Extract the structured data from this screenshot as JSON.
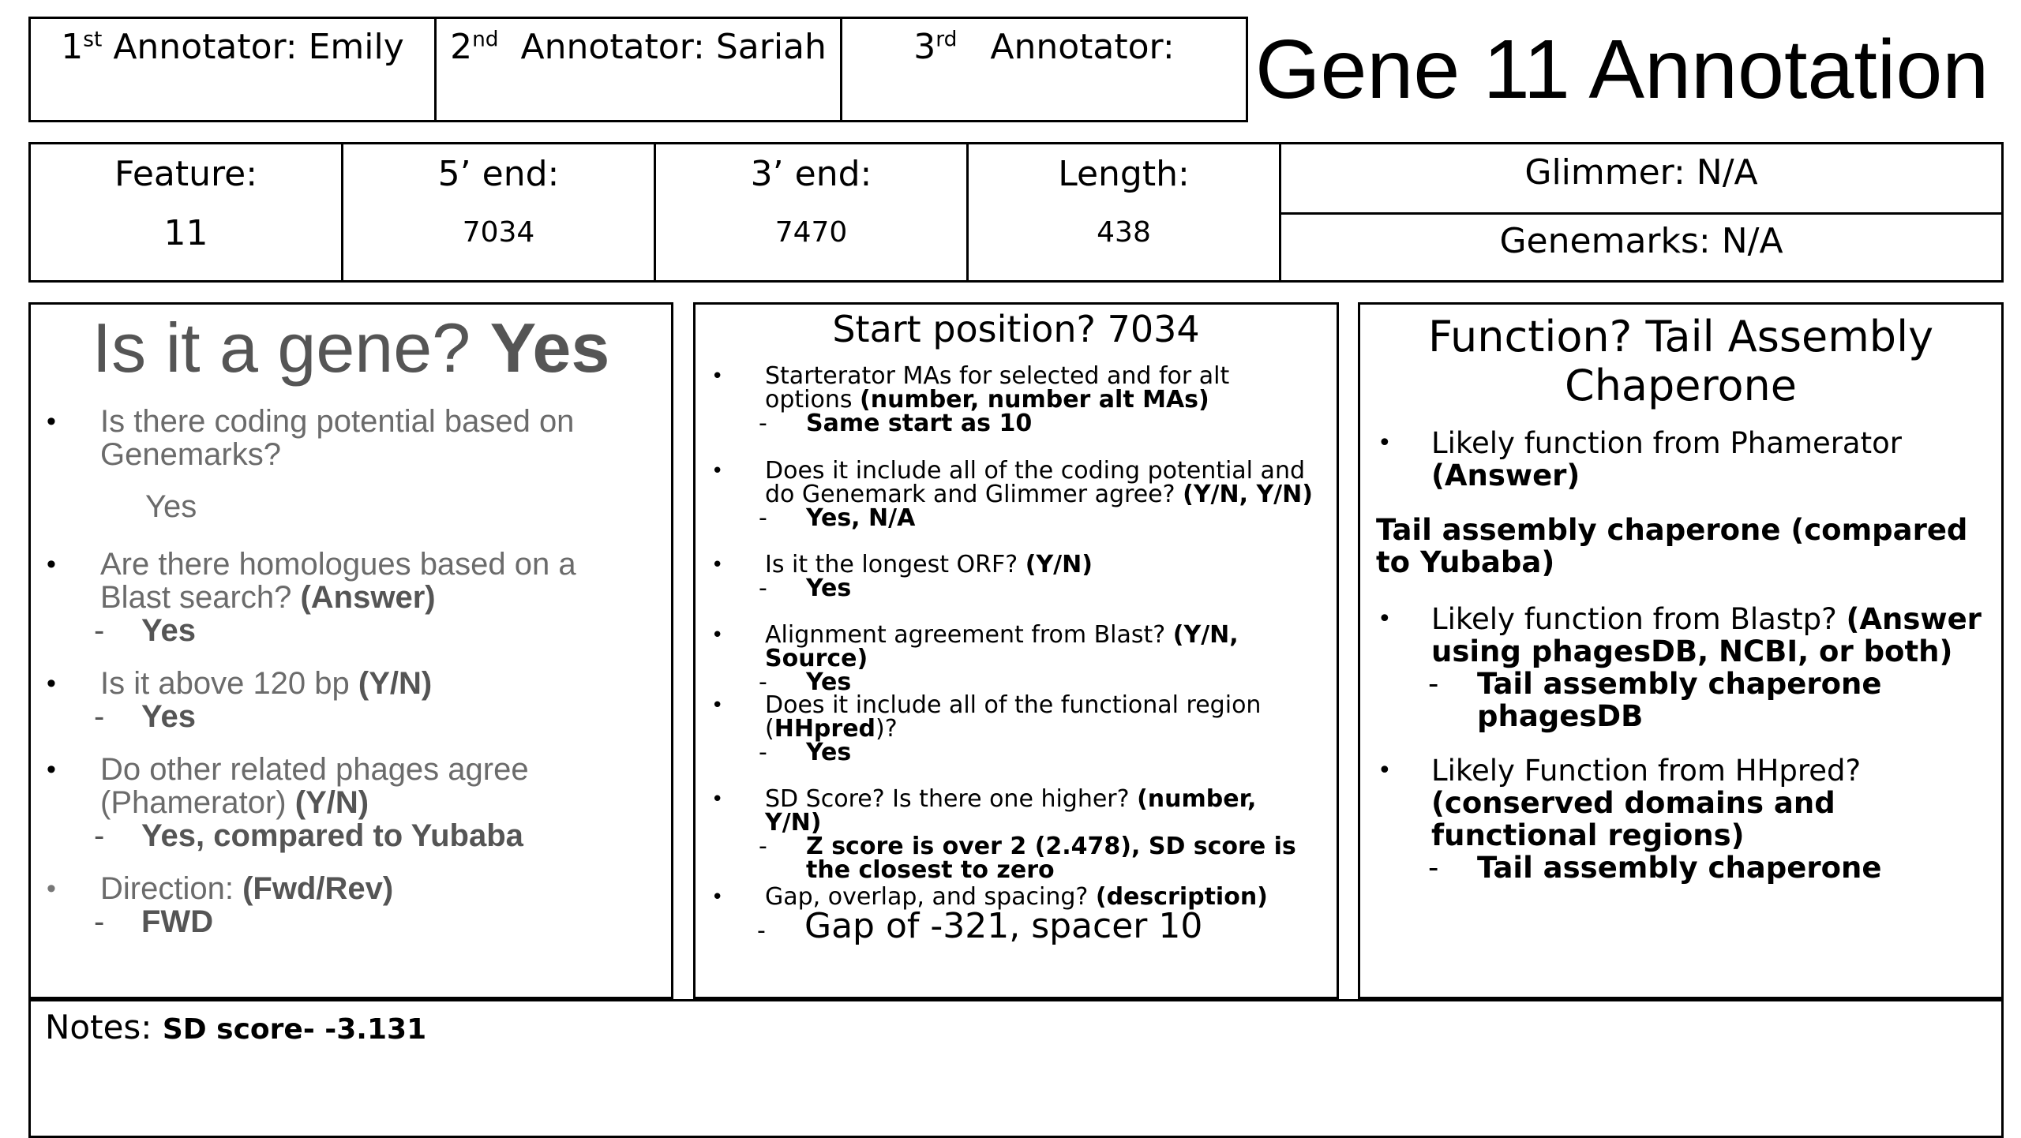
{
  "annotators": {
    "first": {
      "num": "1",
      "sup": "st",
      "label": " Annotator: Emily"
    },
    "second": {
      "num": "2",
      "sup": "nd",
      "label": "  Annotator: Sariah"
    },
    "third": {
      "num": "3",
      "sup": "rd",
      "label": "   Annotator:"
    }
  },
  "title": "Gene 11 Annotation",
  "features": {
    "feature": {
      "label": "Feature:",
      "value": "11"
    },
    "five_end": {
      "label": "5’ end:",
      "value": "7034"
    },
    "three_end": {
      "label": "3’ end:",
      "value": "7470"
    },
    "length": {
      "label": "Length:",
      "value": "438"
    },
    "glimmer": "Glimmer: N/A",
    "genemarks": "Genemarks: N/A"
  },
  "panel_gene": {
    "title_q": "Is it a gene? ",
    "title_a": "Yes",
    "q1": "Is there coding potential based on Genemarks?",
    "a1": "Yes",
    "q2": "Are there homologues based on a Blast search? ",
    "q2_hint": "(Answer)",
    "a2": "Yes",
    "q3": "Is it above 120 bp ",
    "q3_hint": "(Y/N)",
    "a3": "Yes",
    "q4": "Do other related phages agree (Phamerator) ",
    "q4_hint": "(Y/N)",
    "a4": "Yes, compared to Yubaba",
    "q5": "Direction: ",
    "q5_hint": "(Fwd/Rev)",
    "a5": "FWD"
  },
  "panel_start": {
    "title": "Start position? 7034",
    "q1": "Starterator MAs for selected and for alt options ",
    "q1_hint": "(number, number alt MAs)",
    "a1": "Same start as 10",
    "q2": "Does it include all of the coding potential and do Genemark and Glimmer agree? ",
    "q2_hint": "(Y/N, Y/N)",
    "a2": "Yes, N/A",
    "q3": "Is it the longest ORF? ",
    "q3_hint": "(Y/N)",
    "a3": "Yes",
    "q4": "Alignment agreement from Blast? ",
    "q4_hint": "(Y/N, Source)",
    "a4": "Yes",
    "q5": "Does it include all of the functional region (",
    "q5_hint": "HHpred",
    "q5_tail": ")?",
    "a5": "Yes",
    "q6": "SD Score? Is there one higher? ",
    "q6_hint": "(number, Y/N)",
    "a6": "Z score is over 2 (2.478), SD score is the closest to zero",
    "q7": "Gap, overlap, and spacing? ",
    "q7_hint": "(description)",
    "a7": "Gap of -321, spacer 10"
  },
  "panel_function": {
    "title": "Function? Tail Assembly Chaperone",
    "q1": "Likely function from Phamerator ",
    "q1_hint": "(Answer)",
    "a1": "Tail assembly chaperone (compared to Yubaba)",
    "q2": "Likely function from Blastp? ",
    "q2_hint": "(Answer using phagesDB, NCBI, or both)",
    "a2": "Tail assembly chaperone phagesDB",
    "q3": "Likely Function from HHpred? ",
    "q3_hint": "(conserved domains and functional regions)",
    "a3": "Tail assembly chaperone"
  },
  "notes": {
    "label": "Notes: ",
    "value": "SD score-  -3.131"
  },
  "bullet_char": "•"
}
